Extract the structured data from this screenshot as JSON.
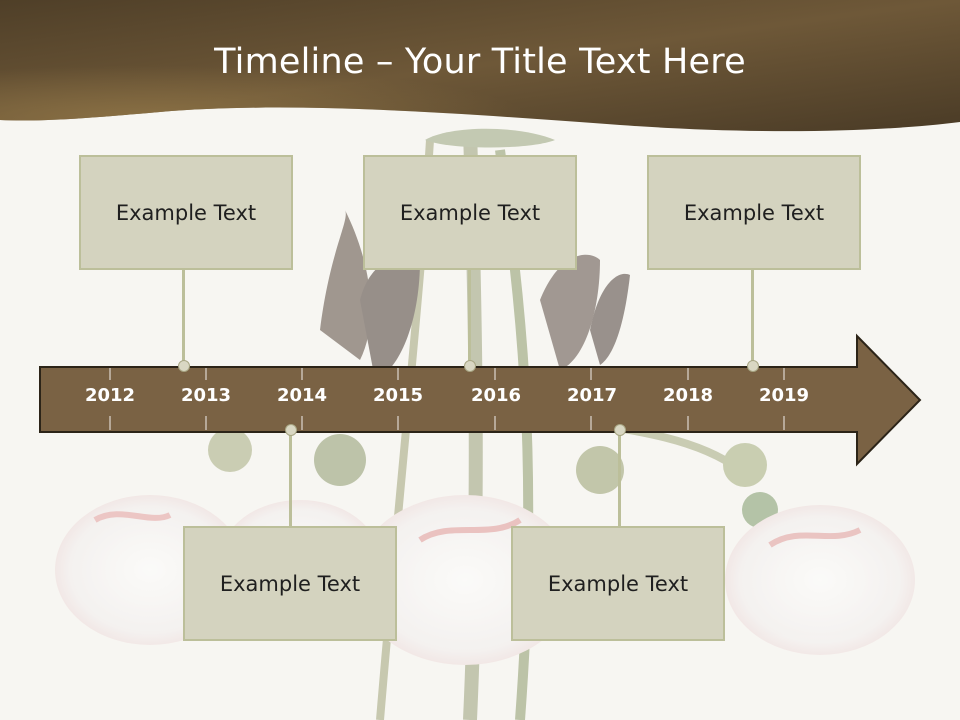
{
  "title": "Timeline – Your Title Text Here",
  "years": [
    "2012",
    "2013",
    "2014",
    "2015",
    "2016",
    "2017",
    "2018",
    "2019"
  ],
  "boxes_top": [
    {
      "text": "Example Text"
    },
    {
      "text": "Example Text"
    },
    {
      "text": "Example Text"
    }
  ],
  "boxes_bottom": [
    {
      "text": "Example Text"
    },
    {
      "text": "Example Text"
    }
  ],
  "colors": {
    "header": "#6b5535",
    "arrow": "#7a6244",
    "box_fill": "#d4d3bf",
    "box_border": "#bcbf9a",
    "background": "#f7f6f2"
  }
}
